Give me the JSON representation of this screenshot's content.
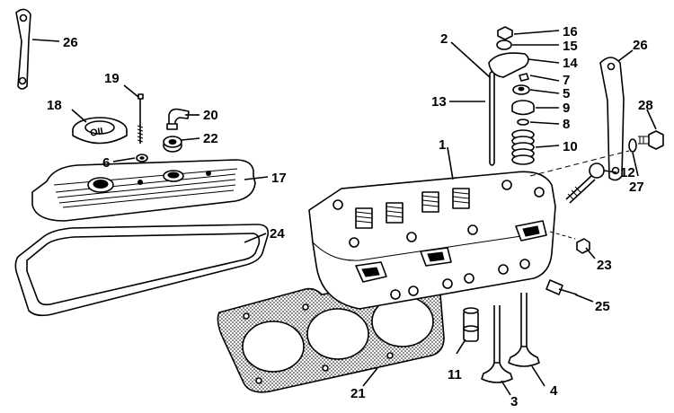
{
  "callouts": [
    "1",
    "2",
    "3",
    "4",
    "5",
    "6",
    "7",
    "8",
    "9",
    "10",
    "11",
    "12",
    "13",
    "14",
    "15",
    "16",
    "17",
    "18",
    "19",
    "20",
    "21",
    "22",
    "23",
    "24",
    "25",
    "26",
    "26",
    "27",
    "28"
  ],
  "oil_cap_text": "OIL",
  "colors": {
    "ink": "#000000",
    "paper": "#ffffff",
    "gasket_shade": "#b5b5b5"
  }
}
